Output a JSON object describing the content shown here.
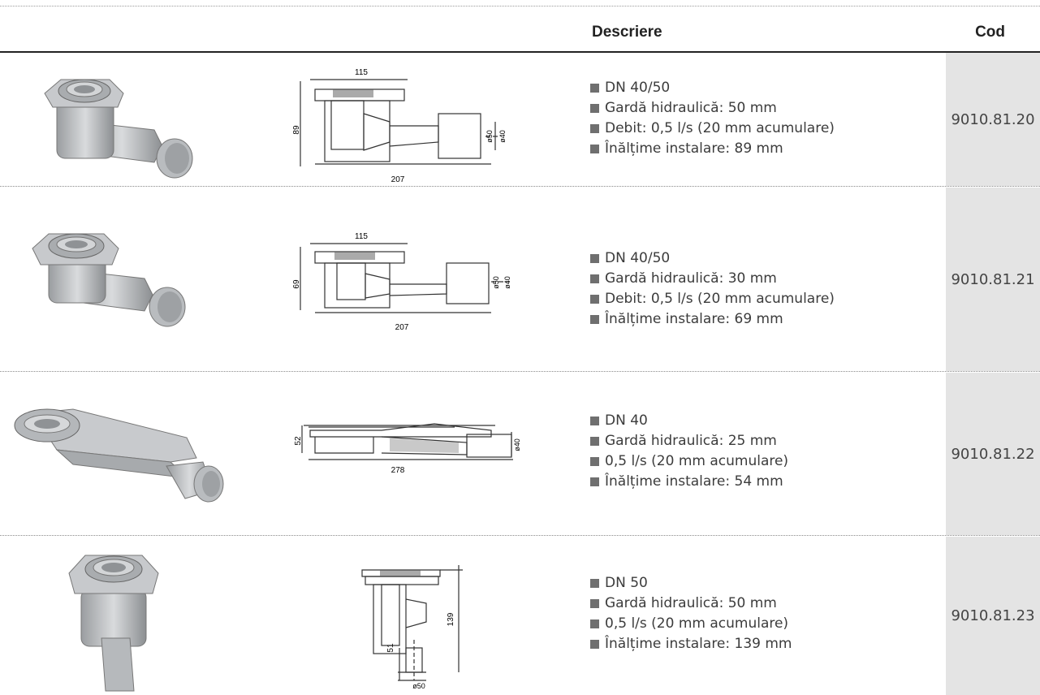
{
  "table": {
    "headers": {
      "description": "Descriere",
      "code": "Cod"
    },
    "rows": [
      {
        "specs": [
          "DN 40/50",
          "Gardă hidraulică: 50 mm",
          "Debit: 0,5 l/s (20 mm acumulare)",
          "Înălțime instalare: 89 mm"
        ],
        "code": "9010.81.20",
        "dims": {
          "width_top": "115",
          "height": "89",
          "length": "207",
          "d1": "ø50",
          "d2": "ø40"
        }
      },
      {
        "specs": [
          "DN 40/50",
          "Gardă hidraulică: 30 mm",
          "Debit: 0,5 l/s (20 mm acumulare)",
          "Înălțime instalare: 69 mm"
        ],
        "code": "9010.81.21",
        "dims": {
          "width_top": "115",
          "height": "69",
          "length": "207",
          "d1": "ø50",
          "d2": "ø40"
        }
      },
      {
        "specs": [
          "DN 40",
          "Gardă hidraulică: 25 mm",
          "0,5 l/s (20 mm acumulare)",
          "Înălțime instalare: 54 mm"
        ],
        "code": "9010.81.22",
        "dims": {
          "height": "52",
          "length": "278",
          "d1": "ø40"
        }
      },
      {
        "specs": [
          "DN 50",
          "Gardă hidraulică: 50 mm",
          "0,5 l/s (20 mm acumulare)",
          "Înălțime instalare: 139 mm"
        ],
        "code": "9010.81.23",
        "dims": {
          "height": "139",
          "outlet": "51",
          "d1": "ø50"
        }
      }
    ]
  },
  "icons": {
    "photo": "shower-drain-photo",
    "drawing": "technical-drawing"
  }
}
